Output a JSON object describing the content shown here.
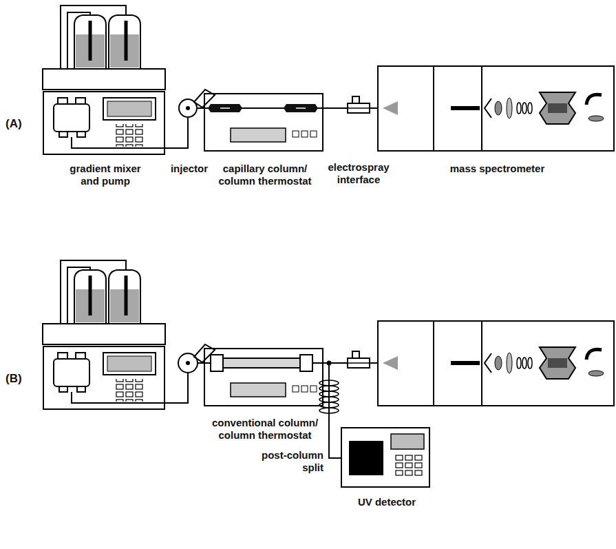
{
  "diagram": {
    "nodes": [
      {
        "text": [
          "gradient mixer and pump"
        ]
      },
      {
        "text": [
          "injector"
        ]
      },
      {
        "text": [
          "capillary column/ column thermostat"
        ]
      },
      {
        "text": [
          "electrospray interface"
        ]
      },
      {
        "text": [
          "mass spectrometer"
        ]
      },
      {
        "text": [
          "conventional column/ column thermostat"
        ]
      },
      {
        "text": [
          "UV detector"
        ]
      }
    ],
    "edges": [
      {
        "from": 0,
        "to": 1,
        "arrow": "none"
      },
      {
        "from": 1,
        "to": 2,
        "arrow": "none"
      },
      {
        "from": 2,
        "to": 3,
        "arrow": "none"
      },
      {
        "from": 3,
        "to": 4,
        "arrow": "none"
      },
      {
        "from": 5,
        "to": 6,
        "arrow": "none"
      }
    ],
    "labels": [
      "(A)",
      "(B)",
      "post-column split"
    ]
  }
}
